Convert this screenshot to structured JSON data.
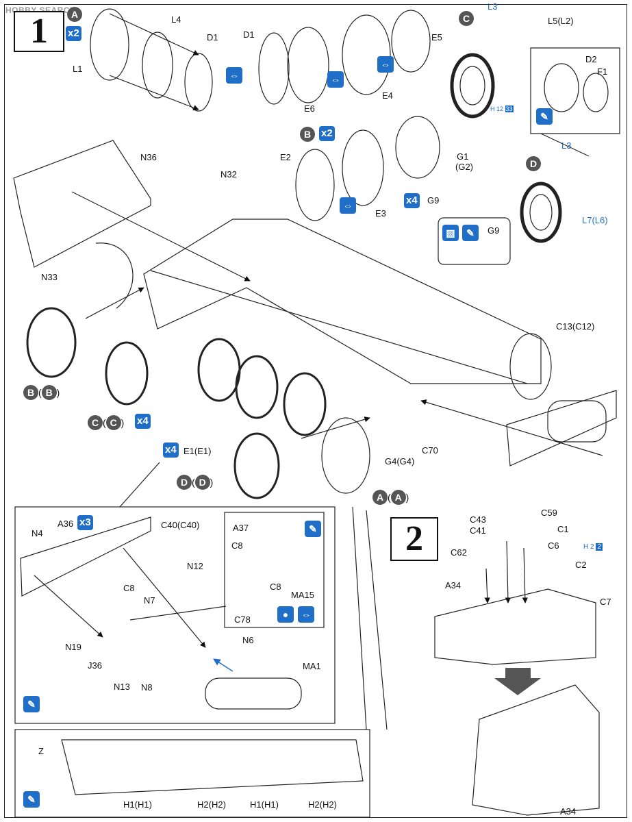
{
  "watermark": "HOBBY SEARCH",
  "step1": {
    "number": "1",
    "labels": {
      "L4": "L4",
      "D1a": "D1",
      "L1": "L1",
      "D1b": "D1",
      "E6": "E6",
      "E4": "E4",
      "E5": "E5",
      "L3a": "L3",
      "L5": "L5(L2)",
      "D2": "D2",
      "F1": "F1",
      "H12": "H",
      "N36": "N36",
      "N32": "N32",
      "E2": "E2",
      "E3": "E3",
      "G1": "G1",
      "G2": "(G2)",
      "G9a": "G9",
      "G9b": "G9",
      "L3b": "L3",
      "L7": "L7(L6)",
      "N33": "N33",
      "C13": "C13(C12)",
      "C70": "C70",
      "G4": "G4(G4)",
      "E1": "E1(E1)"
    },
    "badges": {
      "A": "A",
      "C": "C",
      "B": "B",
      "D": "D",
      "x2a": "x2",
      "x2b": "x2",
      "x4a": "x4",
      "x4b": "x4",
      "x4c": "x4",
      "h12": "12",
      "h33": "33"
    },
    "pairs": {
      "BB": [
        "B",
        "B"
      ],
      "CC": [
        "C",
        "C"
      ],
      "DD": [
        "D",
        "D"
      ],
      "AA": [
        "A",
        "A"
      ]
    }
  },
  "inset": {
    "labels": {
      "A36": "A36",
      "x3": "x3",
      "C40": "C40(C40)",
      "N4": "N4",
      "N12": "N12",
      "C8a": "C8",
      "N7": "N7",
      "N19": "N19",
      "J36": "J36",
      "N13": "N13",
      "N8": "N8",
      "N6": "N6",
      "MA1": "MA1",
      "A37": "A37",
      "C8b": "C8",
      "C8c": "C8",
      "MA15": "MA15",
      "C78": "C78"
    }
  },
  "bottom": {
    "labels": {
      "Z": "Z",
      "H1a": "H1(H1)",
      "H2a": "H2(H2)",
      "H1b": "H1(H1)",
      "H2b": "H2(H2)"
    }
  },
  "step2": {
    "number": "2",
    "labels": {
      "C43": "C43",
      "C59": "C59",
      "C41": "C41",
      "C1": "C1",
      "C62": "C62",
      "C6": "C6",
      "C2": "C2",
      "A34a": "A34",
      "C7": "C7",
      "A34b": "A34",
      "H": "H",
      "n2a": "2",
      "n2b": "2"
    }
  }
}
